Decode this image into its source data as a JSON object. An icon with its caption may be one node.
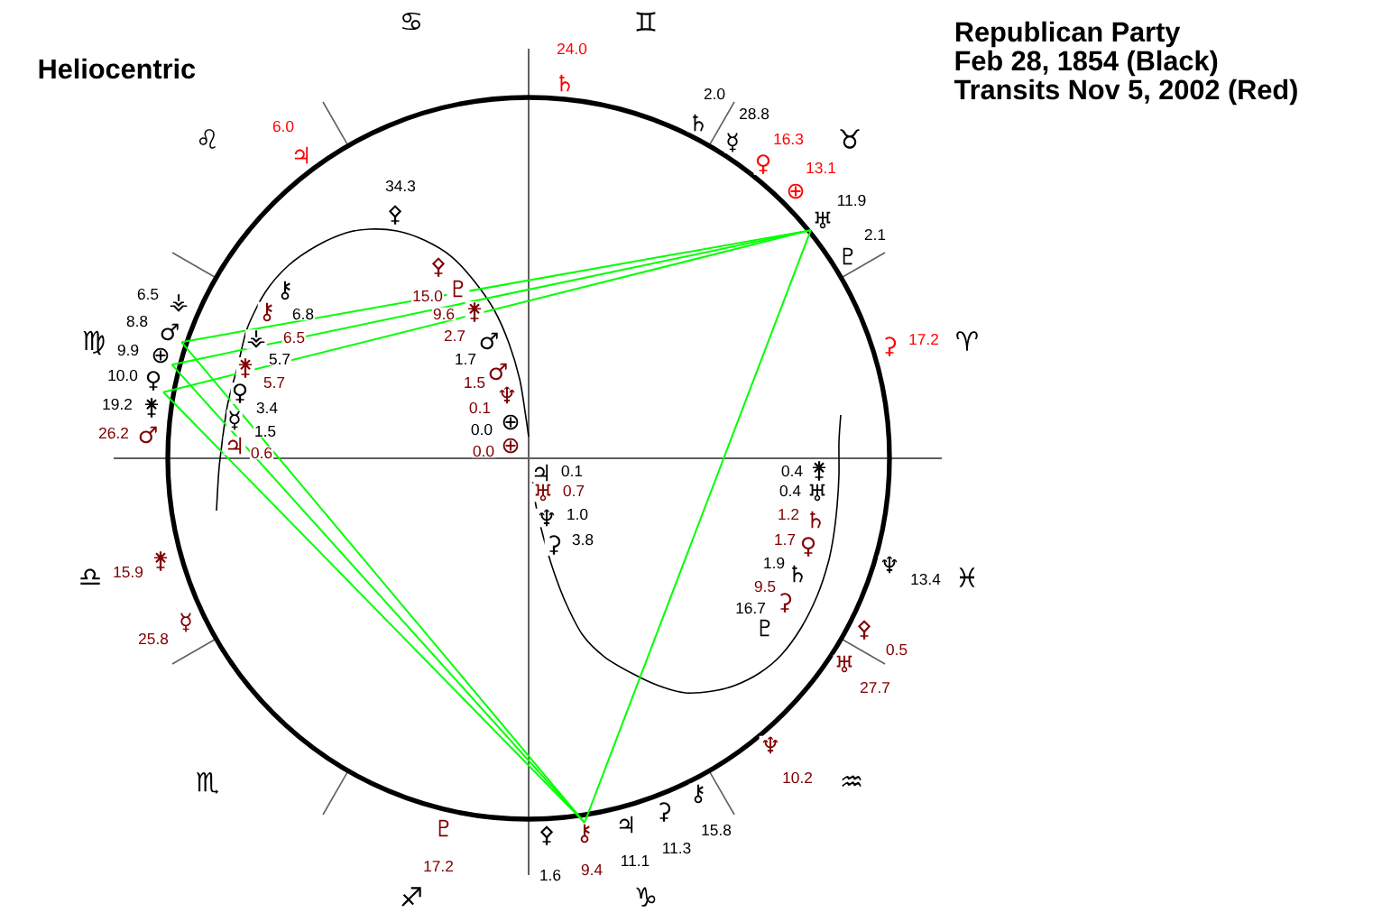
{
  "diagram": {
    "title": "Republican Party",
    "nodes": [
      {
        "text": [
          "♅"
        ],
        "beside": [
          "11.9"
        ]
      },
      {
        "text": [
          "♂"
        ],
        "beside": [
          "8.8"
        ]
      },
      {
        "text": [
          "⊕"
        ],
        "beside": [
          "9.9"
        ]
      },
      {
        "text": [
          "♀"
        ],
        "beside": [
          "10.0"
        ]
      },
      {
        "text": [
          "⚷"
        ],
        "beside": [
          "9.4"
        ]
      }
    ],
    "edges": [
      {
        "from": 0,
        "to": 1,
        "arrow": "none"
      },
      {
        "from": 0,
        "to": 2,
        "arrow": "none"
      },
      {
        "from": 0,
        "to": 3,
        "arrow": "none"
      },
      {
        "from": 0,
        "to": 4,
        "arrow": "none"
      },
      {
        "from": 1,
        "to": 4,
        "arrow": "none"
      },
      {
        "from": 2,
        "to": 4,
        "arrow": "none"
      },
      {
        "from": 3,
        "to": 4,
        "arrow": "none"
      }
    ],
    "labels": [
      "Heliocentric",
      "Feb 28, 1854 (Black)",
      "Transits Nov 5, 2002 (Red)",
      "♋",
      "♊",
      "24.0",
      "♄",
      "2.0",
      "28.8",
      "♄",
      "6.0",
      "16.3",
      "♌",
      "♉",
      "☿",
      "♃",
      "♀",
      "13.1",
      "34.3",
      "⊕",
      "⚴",
      "2.1",
      "♇",
      "⚴",
      "♇",
      "⚷",
      "6.5",
      "15.0",
      "⚶",
      "♍",
      "⚷",
      "⚵",
      "6.8",
      "9.6",
      "2.7",
      "6.5",
      "⚶",
      "17.2",
      "⚳",
      "♈",
      "♂",
      "5.7",
      "1.7",
      "⚵",
      "♂",
      "5.7",
      "1.5",
      "♀",
      "♆",
      "19.2",
      "⚵",
      "3.4",
      "0.1",
      "☿",
      "⊕",
      "0.0",
      "1.5",
      "26.2",
      "♂",
      "♃",
      "⊕",
      "0.0",
      "0.6",
      "♃",
      "0.1",
      "0.4",
      "⚵",
      "♅",
      "0.7",
      "0.4",
      "♅",
      "♆",
      "1.0",
      "1.2",
      "♄",
      "⚳",
      "3.8",
      "1.7",
      "♀",
      "1.9",
      "♄",
      "♆",
      "13.4",
      "♎",
      "15.9",
      "⚵",
      "♓",
      "9.5",
      "⚳",
      "16.7",
      "♇",
      "☿",
      "25.8",
      "⚴",
      "0.5",
      "♅",
      "27.7",
      "♆",
      "♒",
      "10.2",
      "♏",
      "⚷",
      "⚳",
      "♃",
      "♇",
      "15.8",
      "⚴",
      "11.3",
      "11.1",
      "17.2",
      "1.6",
      "♐",
      "♑"
    ]
  }
}
